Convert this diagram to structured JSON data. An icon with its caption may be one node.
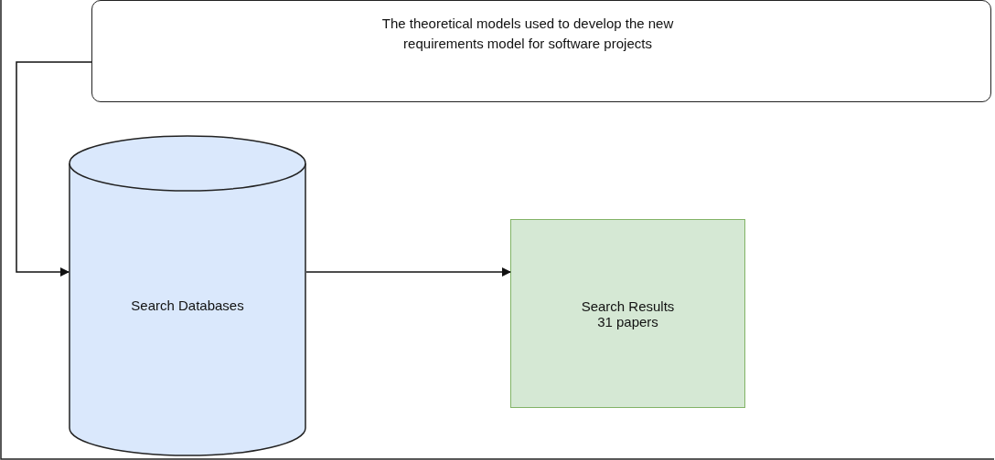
{
  "diagram": {
    "nodes": [
      {
        "text": [
          "The theoretical models used to develop the new requirements model for software projects"
        ]
      },
      {
        "text": [
          "Search Databases"
        ]
      },
      {
        "text": [
          "Search Results 31 papers"
        ]
      }
    ],
    "edges": [
      {
        "from": 0,
        "to": 1,
        "arrow": "to"
      },
      {
        "from": 1,
        "to": 2,
        "arrow": "to"
      }
    ]
  }
}
